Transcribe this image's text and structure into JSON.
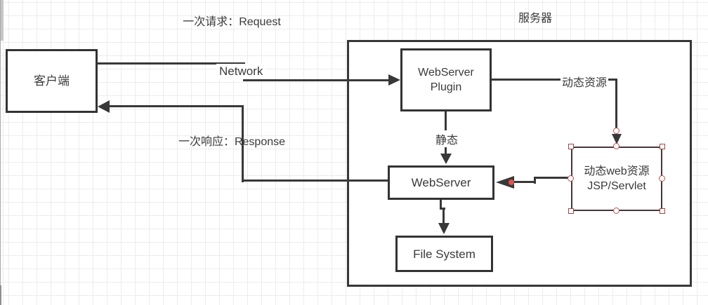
{
  "app": {
    "type": "diagram-editor-canvas"
  },
  "colors": {
    "connector": "#383838",
    "box_border": "#333333",
    "text": "#3a3a3a",
    "grid": "#ececec",
    "selection_handle": "#a04545",
    "endpoint_dot": "#e05450"
  },
  "labels": {
    "request": "一次请求：Request",
    "response": "一次响应：Response",
    "network": "Network",
    "server_title": "服务器",
    "dynamic_resource": "动态资源",
    "static_resource": "静态"
  },
  "nodes": {
    "client": {
      "label": "客户端"
    },
    "webserver_plugin": {
      "line1": "WebServer",
      "line2": "Plugin"
    },
    "webserver": {
      "label": "WebServer"
    },
    "file_system": {
      "label": "File System"
    },
    "jsp_servlet": {
      "line1": "动态web资源",
      "line2": "JSP/Servlet",
      "selected": "true"
    }
  },
  "connectors": [
    {
      "name": "request",
      "from": "client",
      "to": "webserver_plugin",
      "label": "Network"
    },
    {
      "name": "response",
      "from": "webserver",
      "to": "client"
    },
    {
      "name": "dynamic-resource",
      "from": "webserver_plugin",
      "to": "jsp_servlet",
      "label": "动态资源"
    },
    {
      "name": "static",
      "from": "webserver_plugin",
      "to": "webserver",
      "label": "静态"
    },
    {
      "name": "webserver-to-filesystem",
      "from": "webserver",
      "to": "file_system"
    },
    {
      "name": "jsp-to-webserver",
      "from": "jsp_servlet",
      "to": "webserver"
    }
  ]
}
